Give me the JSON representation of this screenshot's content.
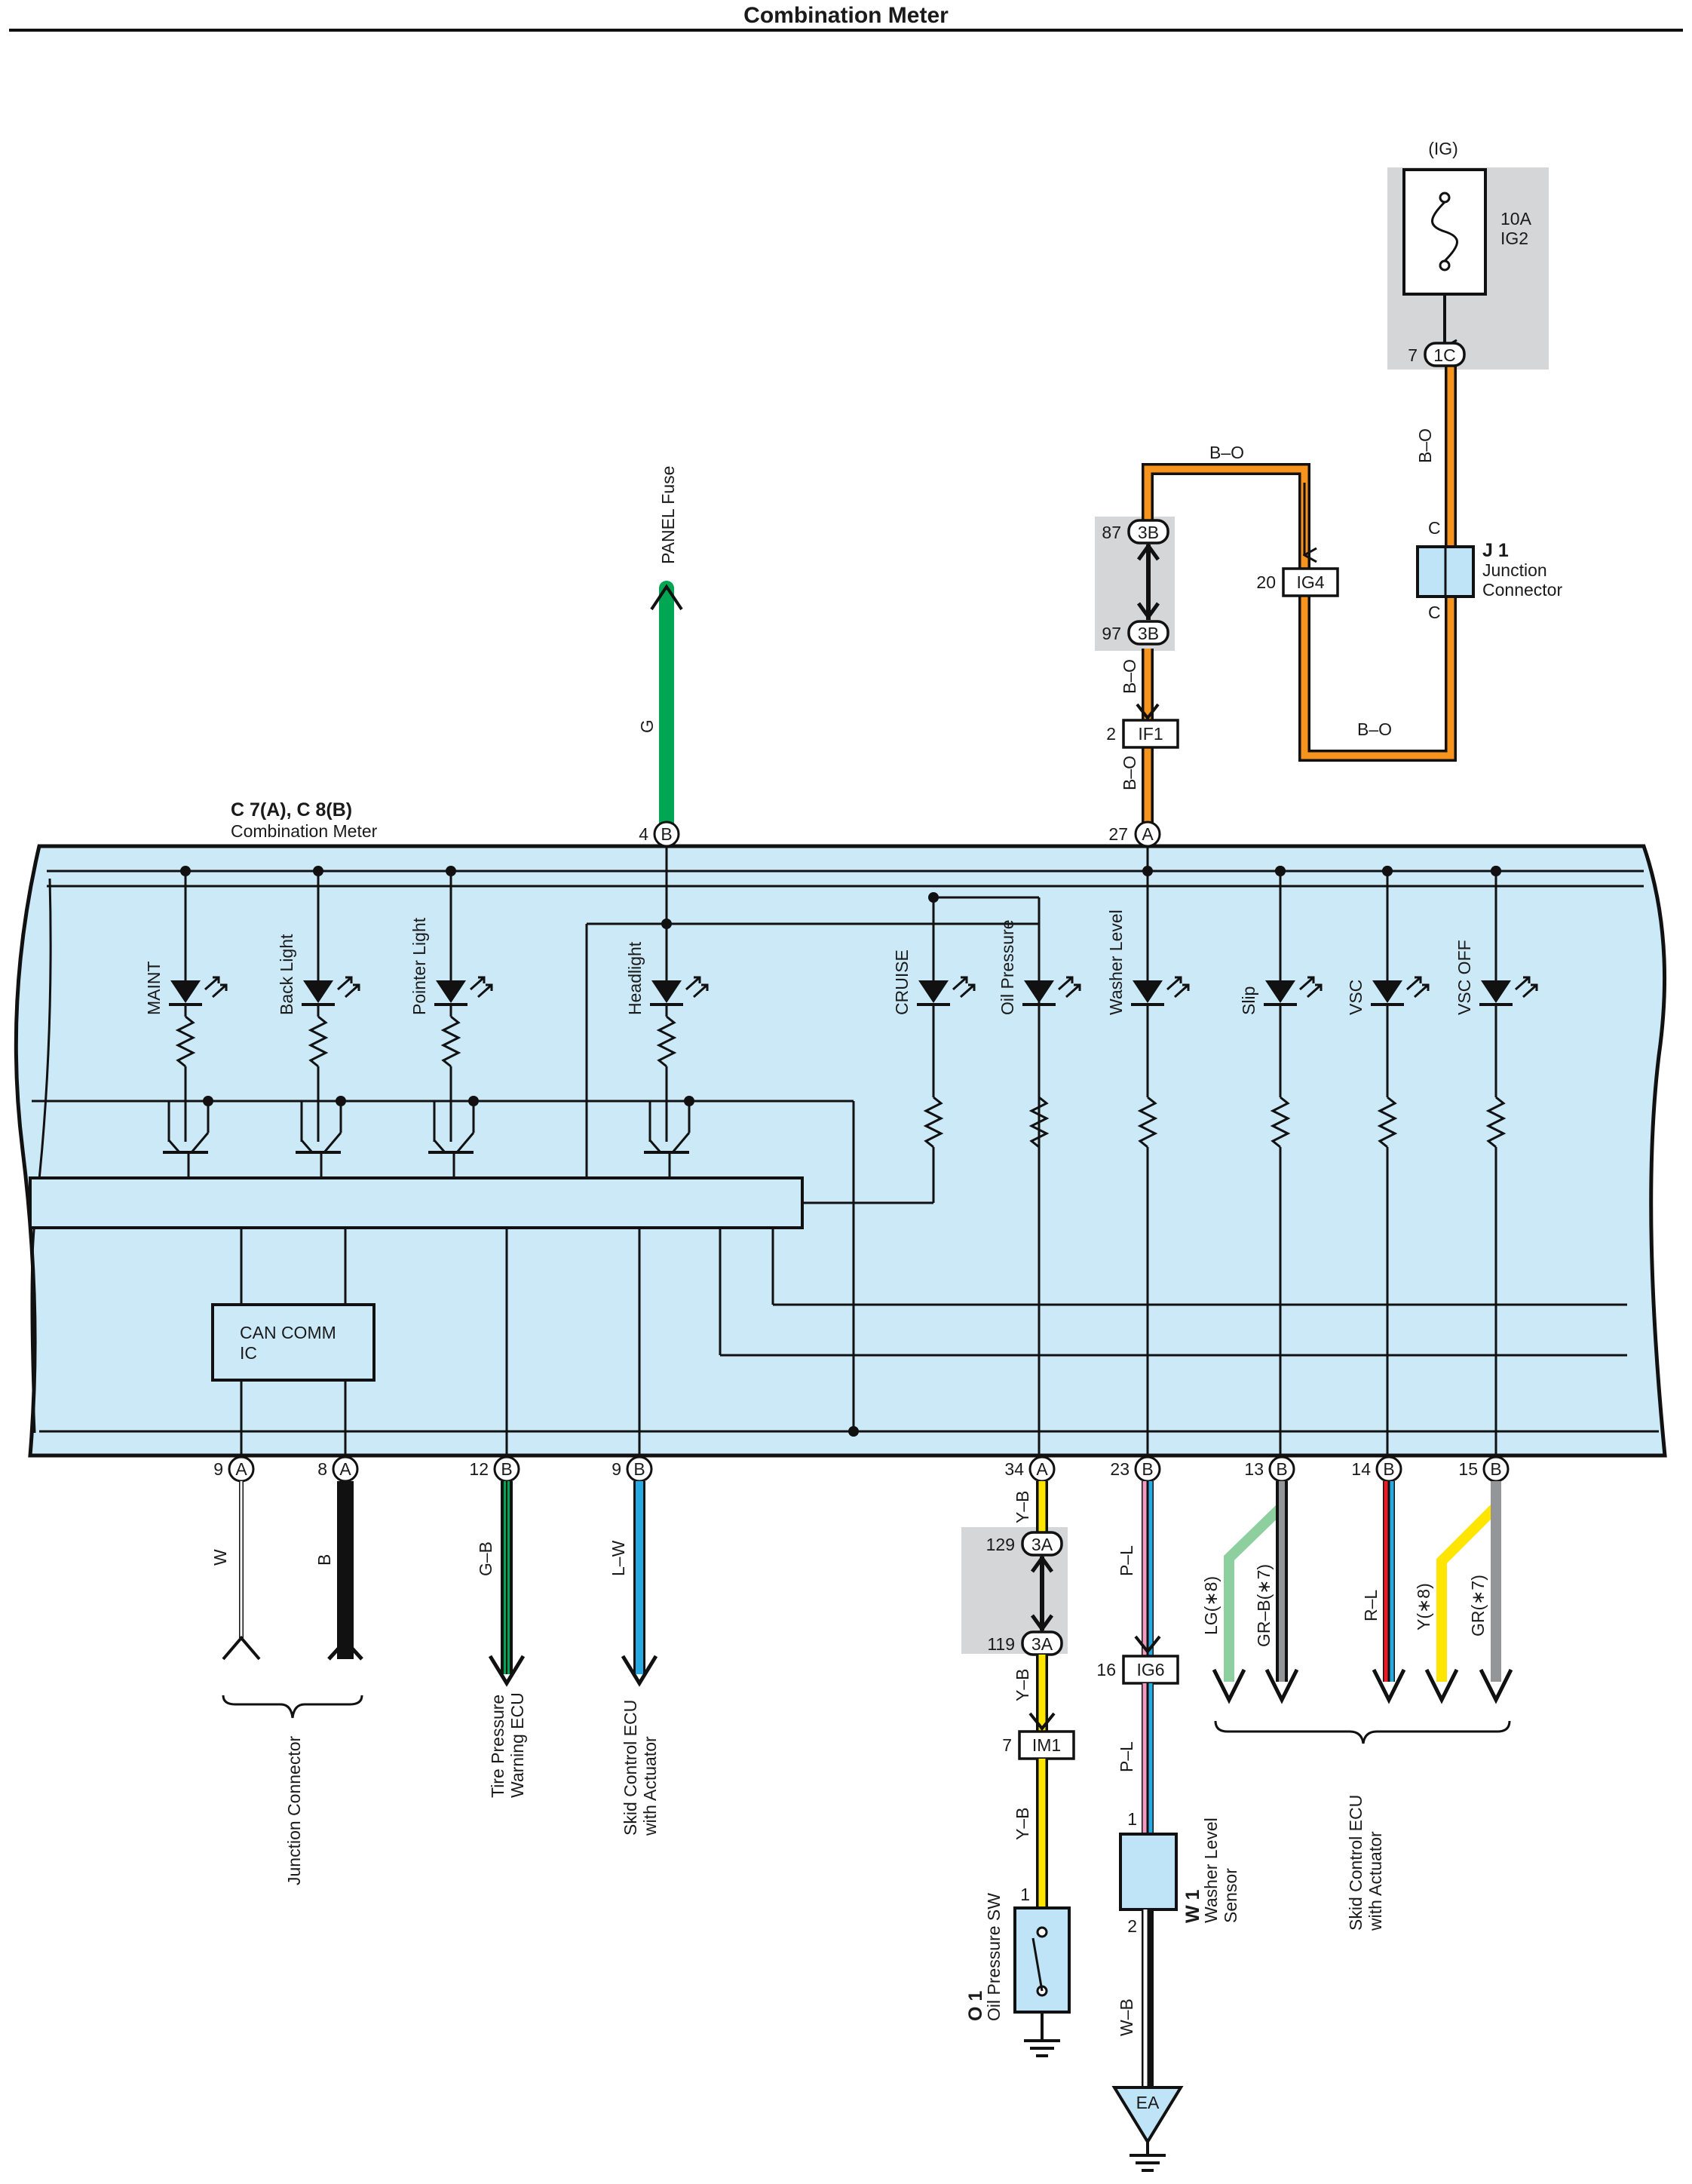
{
  "title": "Combination Meter",
  "meter": {
    "connectors": "C 7(A), C 8(B)",
    "name": "Combination Meter",
    "internal_ic": [
      "CAN COMM",
      "IC"
    ],
    "indicators": [
      "MAINT",
      "Back Light",
      "Pointer Light",
      "Headlight",
      "CRUISE",
      "Oil Pressure",
      "Washer Level",
      "Slip",
      "VSC",
      "VSC OFF"
    ]
  },
  "power": {
    "source": "(IG)",
    "fuse_rating": "10A",
    "fuse_name": "IG2",
    "panel_fuse": "PANEL Fuse",
    "junction": {
      "id": "J 1",
      "name": [
        "Junction",
        "Connector"
      ],
      "pin": "C"
    }
  },
  "connectors": {
    "c1C": {
      "pin": "7",
      "label": "1C"
    },
    "c3B_top": {
      "pin": "87",
      "label": "3B"
    },
    "c3B_bottom": {
      "pin": "97",
      "label": "3B"
    },
    "cIG4": {
      "pin": "20",
      "label": "IG4"
    },
    "cIF1": {
      "pin": "2",
      "label": "IF1"
    },
    "c3A_top": {
      "pin": "129",
      "label": "3A"
    },
    "c3A_bottom": {
      "pin": "119",
      "label": "3A"
    },
    "cIG6": {
      "pin": "16",
      "label": "IG6"
    },
    "cIM1": {
      "pin": "7",
      "label": "IM1"
    }
  },
  "top_terminals": [
    {
      "pin": "4",
      "conn": "B"
    },
    {
      "pin": "27",
      "conn": "A"
    }
  ],
  "bottom_terminals": [
    {
      "pin": "9",
      "conn": "A"
    },
    {
      "pin": "8",
      "conn": "A"
    },
    {
      "pin": "12",
      "conn": "B"
    },
    {
      "pin": "9",
      "conn": "B"
    },
    {
      "pin": "34",
      "conn": "A"
    },
    {
      "pin": "23",
      "conn": "B"
    },
    {
      "pin": "13",
      "conn": "B"
    },
    {
      "pin": "14",
      "conn": "B"
    },
    {
      "pin": "15",
      "conn": "B"
    }
  ],
  "wires": {
    "G": "G",
    "BO": "B–O",
    "W": "W",
    "B": "B",
    "GB": "G–B",
    "LW": "L–W",
    "YB": "Y–B",
    "PL": "P–L",
    "WB": "W–B",
    "LG8": "LG(∗8)",
    "GRB7": "GR–B(∗7)",
    "RL": "R–L",
    "Y8": "Y(∗8)",
    "GR7": "GR(∗7)"
  },
  "destinations": {
    "junction_connector": "Junction Connector",
    "tire_pressure": [
      "Tire Pressure",
      "Warning ECU"
    ],
    "skid_control_1": [
      "Skid Control ECU",
      "with Actuator"
    ],
    "skid_control_2": [
      "Skid Control ECU",
      "with Actuator"
    ]
  },
  "components": {
    "oil_sw": {
      "id": "O 1",
      "name": "Oil Pressure SW",
      "pin": "1"
    },
    "washer_sensor": {
      "id": "W 1",
      "name": [
        "Washer Level",
        "Sensor"
      ],
      "pin_top": "1",
      "pin_bottom": "2"
    },
    "ground": "EA"
  },
  "colors": {
    "meter_fill": "#cce9f8",
    "gray_box": "#d5d6d8",
    "wire_green": "#00a651",
    "wire_orange": "#f7941d",
    "wire_yellow": "#ffe500",
    "wire_blue": "#27aae1",
    "wire_pink": "#f49ac1",
    "wire_red": "#ed1c24",
    "wire_lightgreen": "#8dcf9e",
    "wire_gray": "#939598",
    "junction_fill": "#bfe3f7"
  }
}
